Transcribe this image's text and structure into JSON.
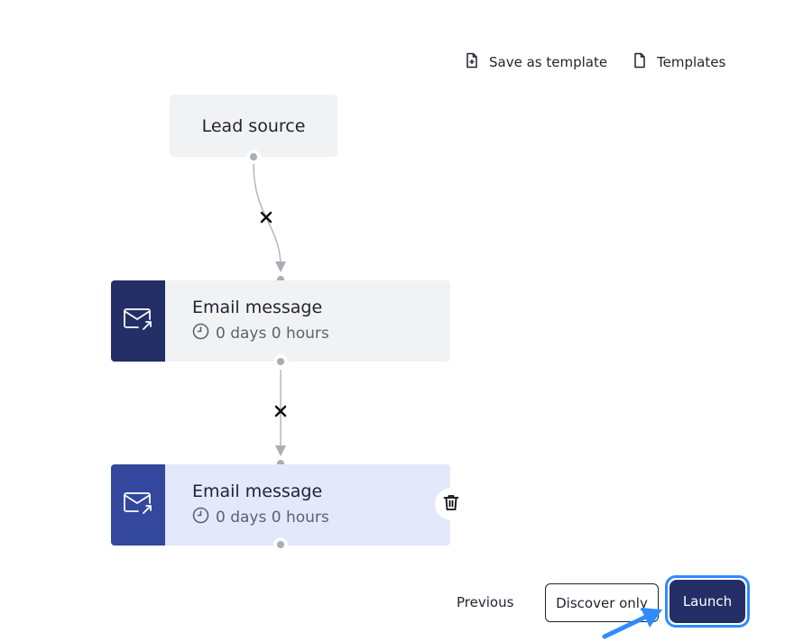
{
  "toolbar": {
    "save_template_label": "Save as template",
    "templates_label": "Templates"
  },
  "flow": {
    "lead_node": {
      "label": "Lead source"
    },
    "email_nodes": [
      {
        "title": "Email message",
        "delay": "0 days 0 hours"
      },
      {
        "title": "Email message",
        "delay": "0 days 0 hours"
      }
    ]
  },
  "footer": {
    "previous_label": "Previous",
    "discover_label": "Discover only",
    "launch_label": "Launch"
  },
  "colors": {
    "navy": "#232f66",
    "indigo": "#33479c",
    "highlight": "#2f8bff",
    "node_gray": "#f1f2f4",
    "node_selected": "#e3e8fb"
  }
}
